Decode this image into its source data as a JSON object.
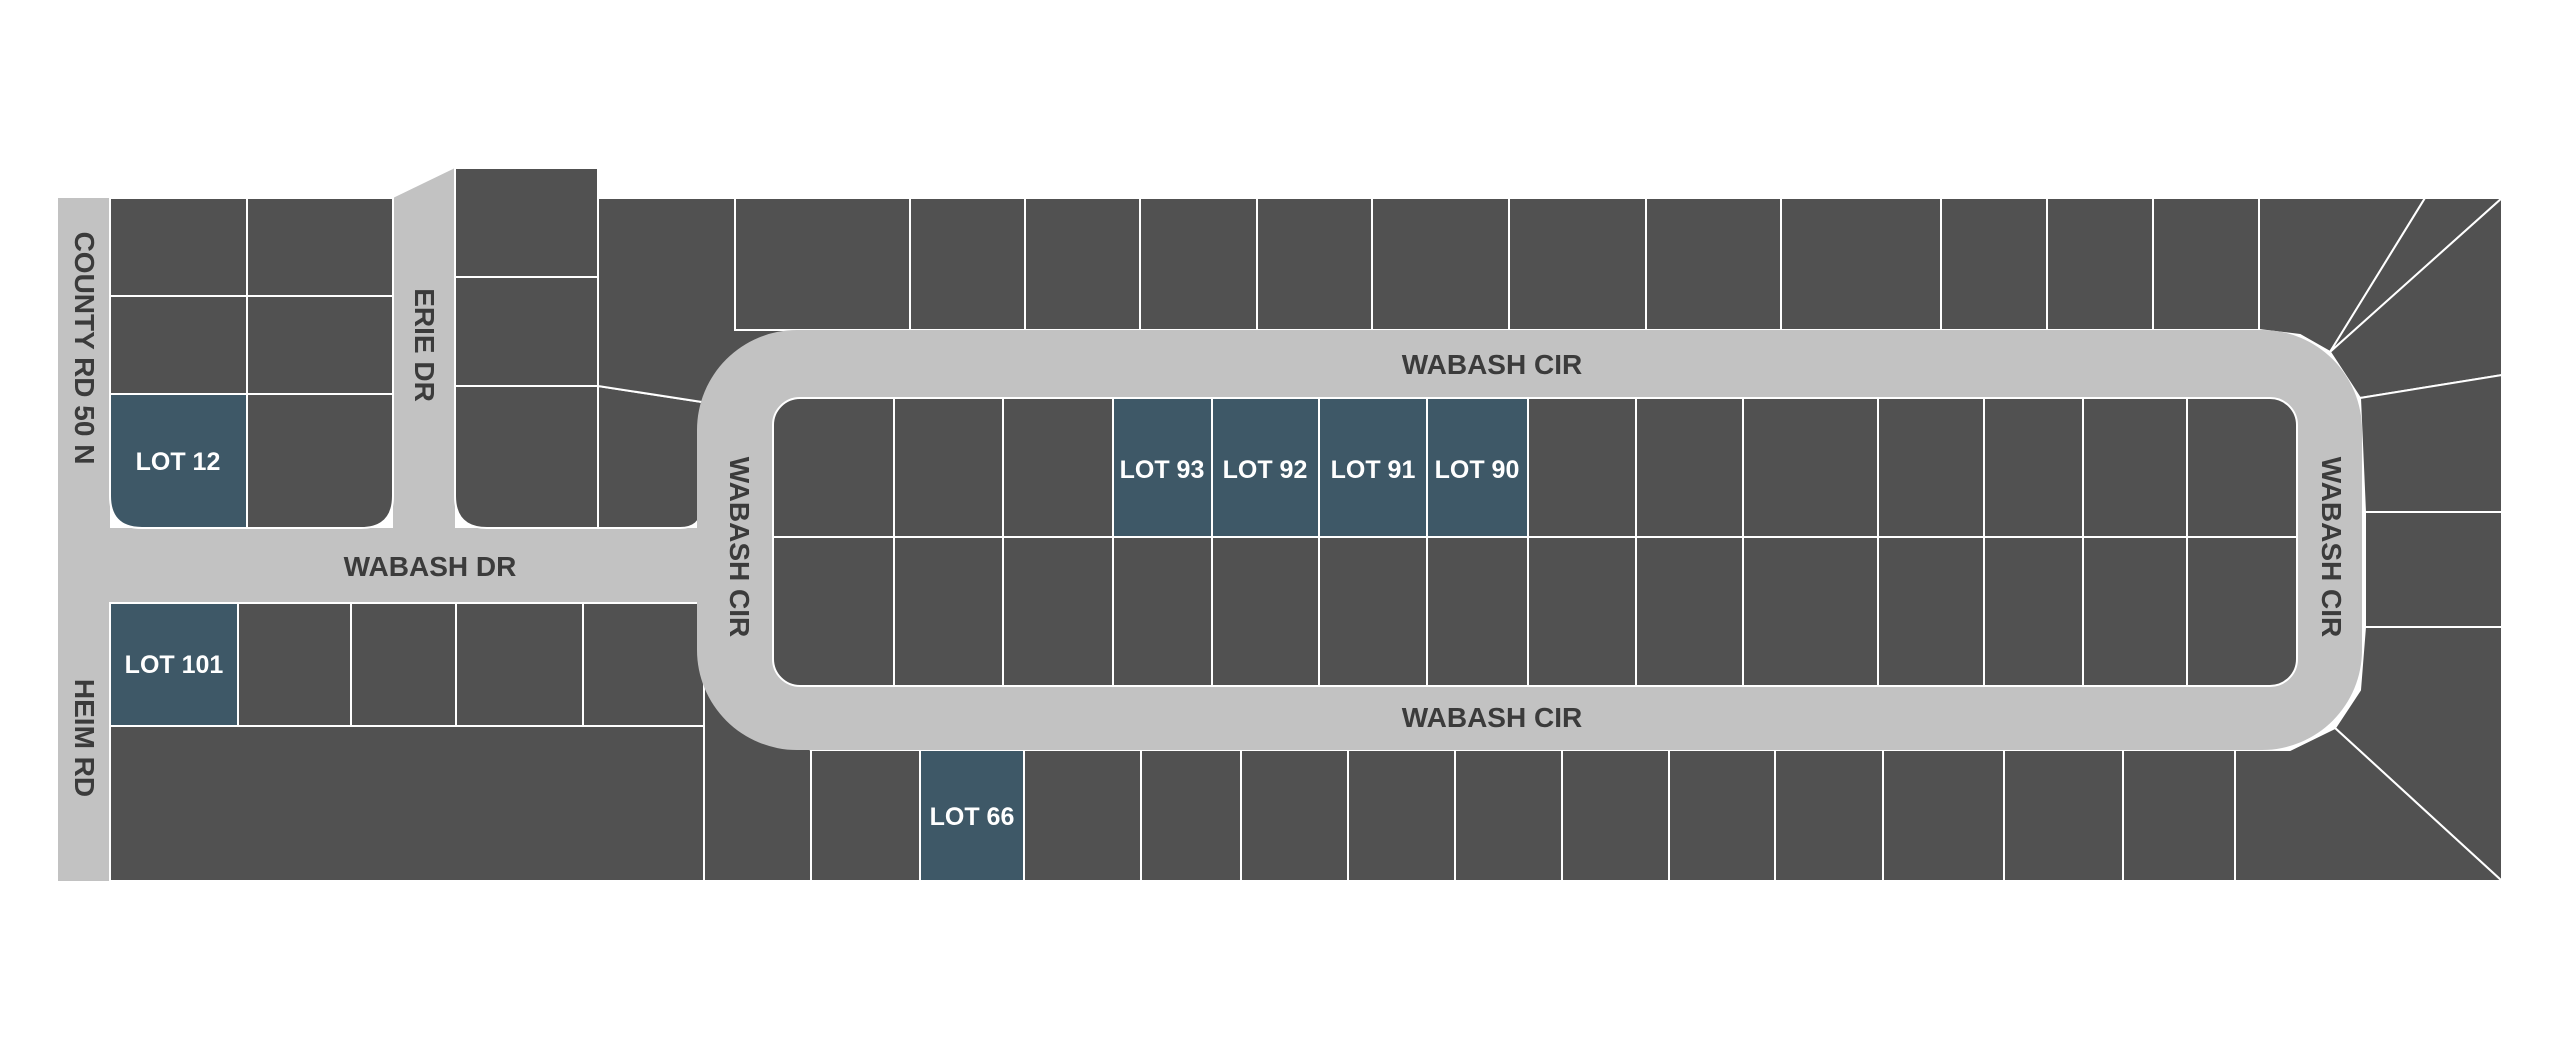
{
  "map": {
    "streets": {
      "wabash_cir_top": "WABASH CIR",
      "wabash_cir_bottom": "WABASH CIR",
      "wabash_cir_left": "WABASH CIR",
      "wabash_cir_right": "WABASH CIR",
      "wabash_dr": "WABASH DR",
      "erie_dr": "ERIE DR",
      "county_rd": "COUNTY RD 50 N",
      "heim_rd": "HEIM RD"
    },
    "available_lots": {
      "lot_12": "LOT 12",
      "lot_101": "LOT 101",
      "lot_66": "LOT 66",
      "lot_93": "LOT 93",
      "lot_92": "LOT 92",
      "lot_91": "LOT 91",
      "lot_90": "LOT 90"
    },
    "colors": {
      "lot": "#515151",
      "available_lot": "#3e5867",
      "road": "#c2c2c2",
      "lot_border": "#ffffff",
      "road_label": "#3b3b3b"
    }
  }
}
